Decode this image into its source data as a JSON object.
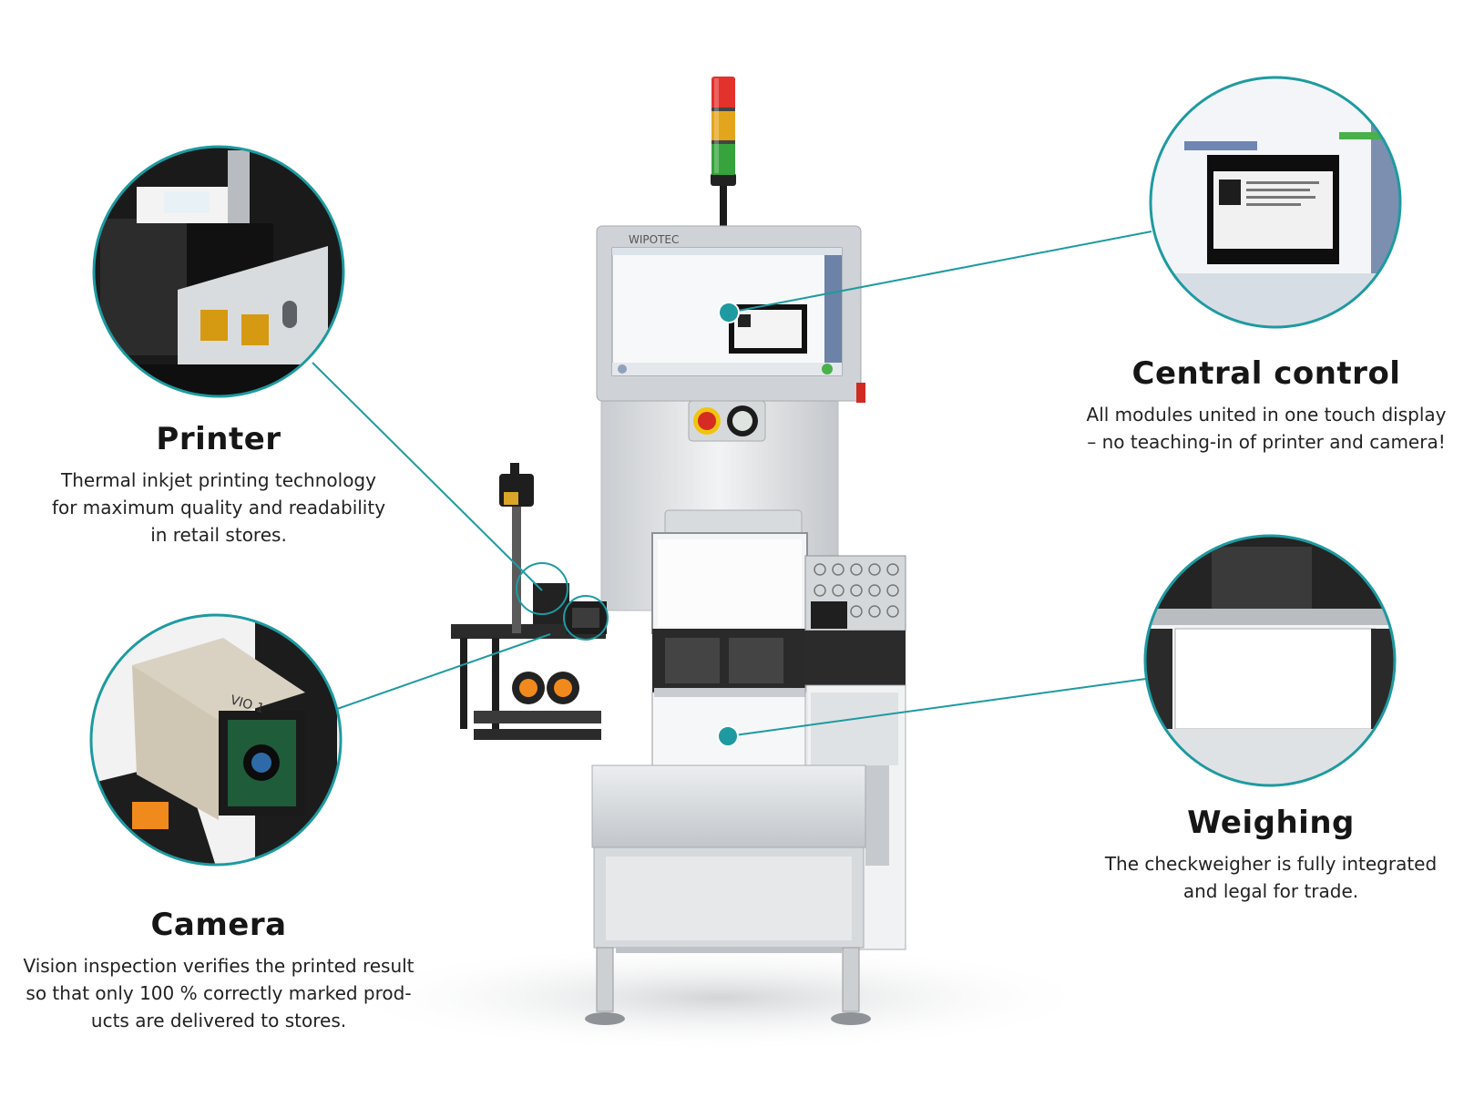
{
  "brand": {
    "logo_text": "WIPOTEC"
  },
  "colors": {
    "accent": "#1e9aa0",
    "frame": "#d9dcdf",
    "steel": "#c8ccd0",
    "dark": "#1c1c1c",
    "light_red": "#e3312b",
    "light_yellow": "#e3a51c",
    "light_green": "#36a33c"
  },
  "callouts": {
    "printer": {
      "title": "Printer",
      "text": "Thermal inkjet printing technology\nfor maximum quality and readability\nin retail stores."
    },
    "camera": {
      "title": "Camera",
      "text": "Vision inspection verifies the printed result\nso that only 100 % correctly marked prod-\nucts are delivered to stores."
    },
    "central": {
      "title": "Central control",
      "text": "All modules united in one touch display\n– no teaching-in of printer and camera!"
    },
    "weighing": {
      "title": "Weighing",
      "text": "The checkweigher is fully integrated\nand legal for trade."
    }
  },
  "camera_label": "VIO 1",
  "icons": [
    "printer-closeup",
    "camera-closeup",
    "screen-closeup",
    "weighing-closeup"
  ]
}
